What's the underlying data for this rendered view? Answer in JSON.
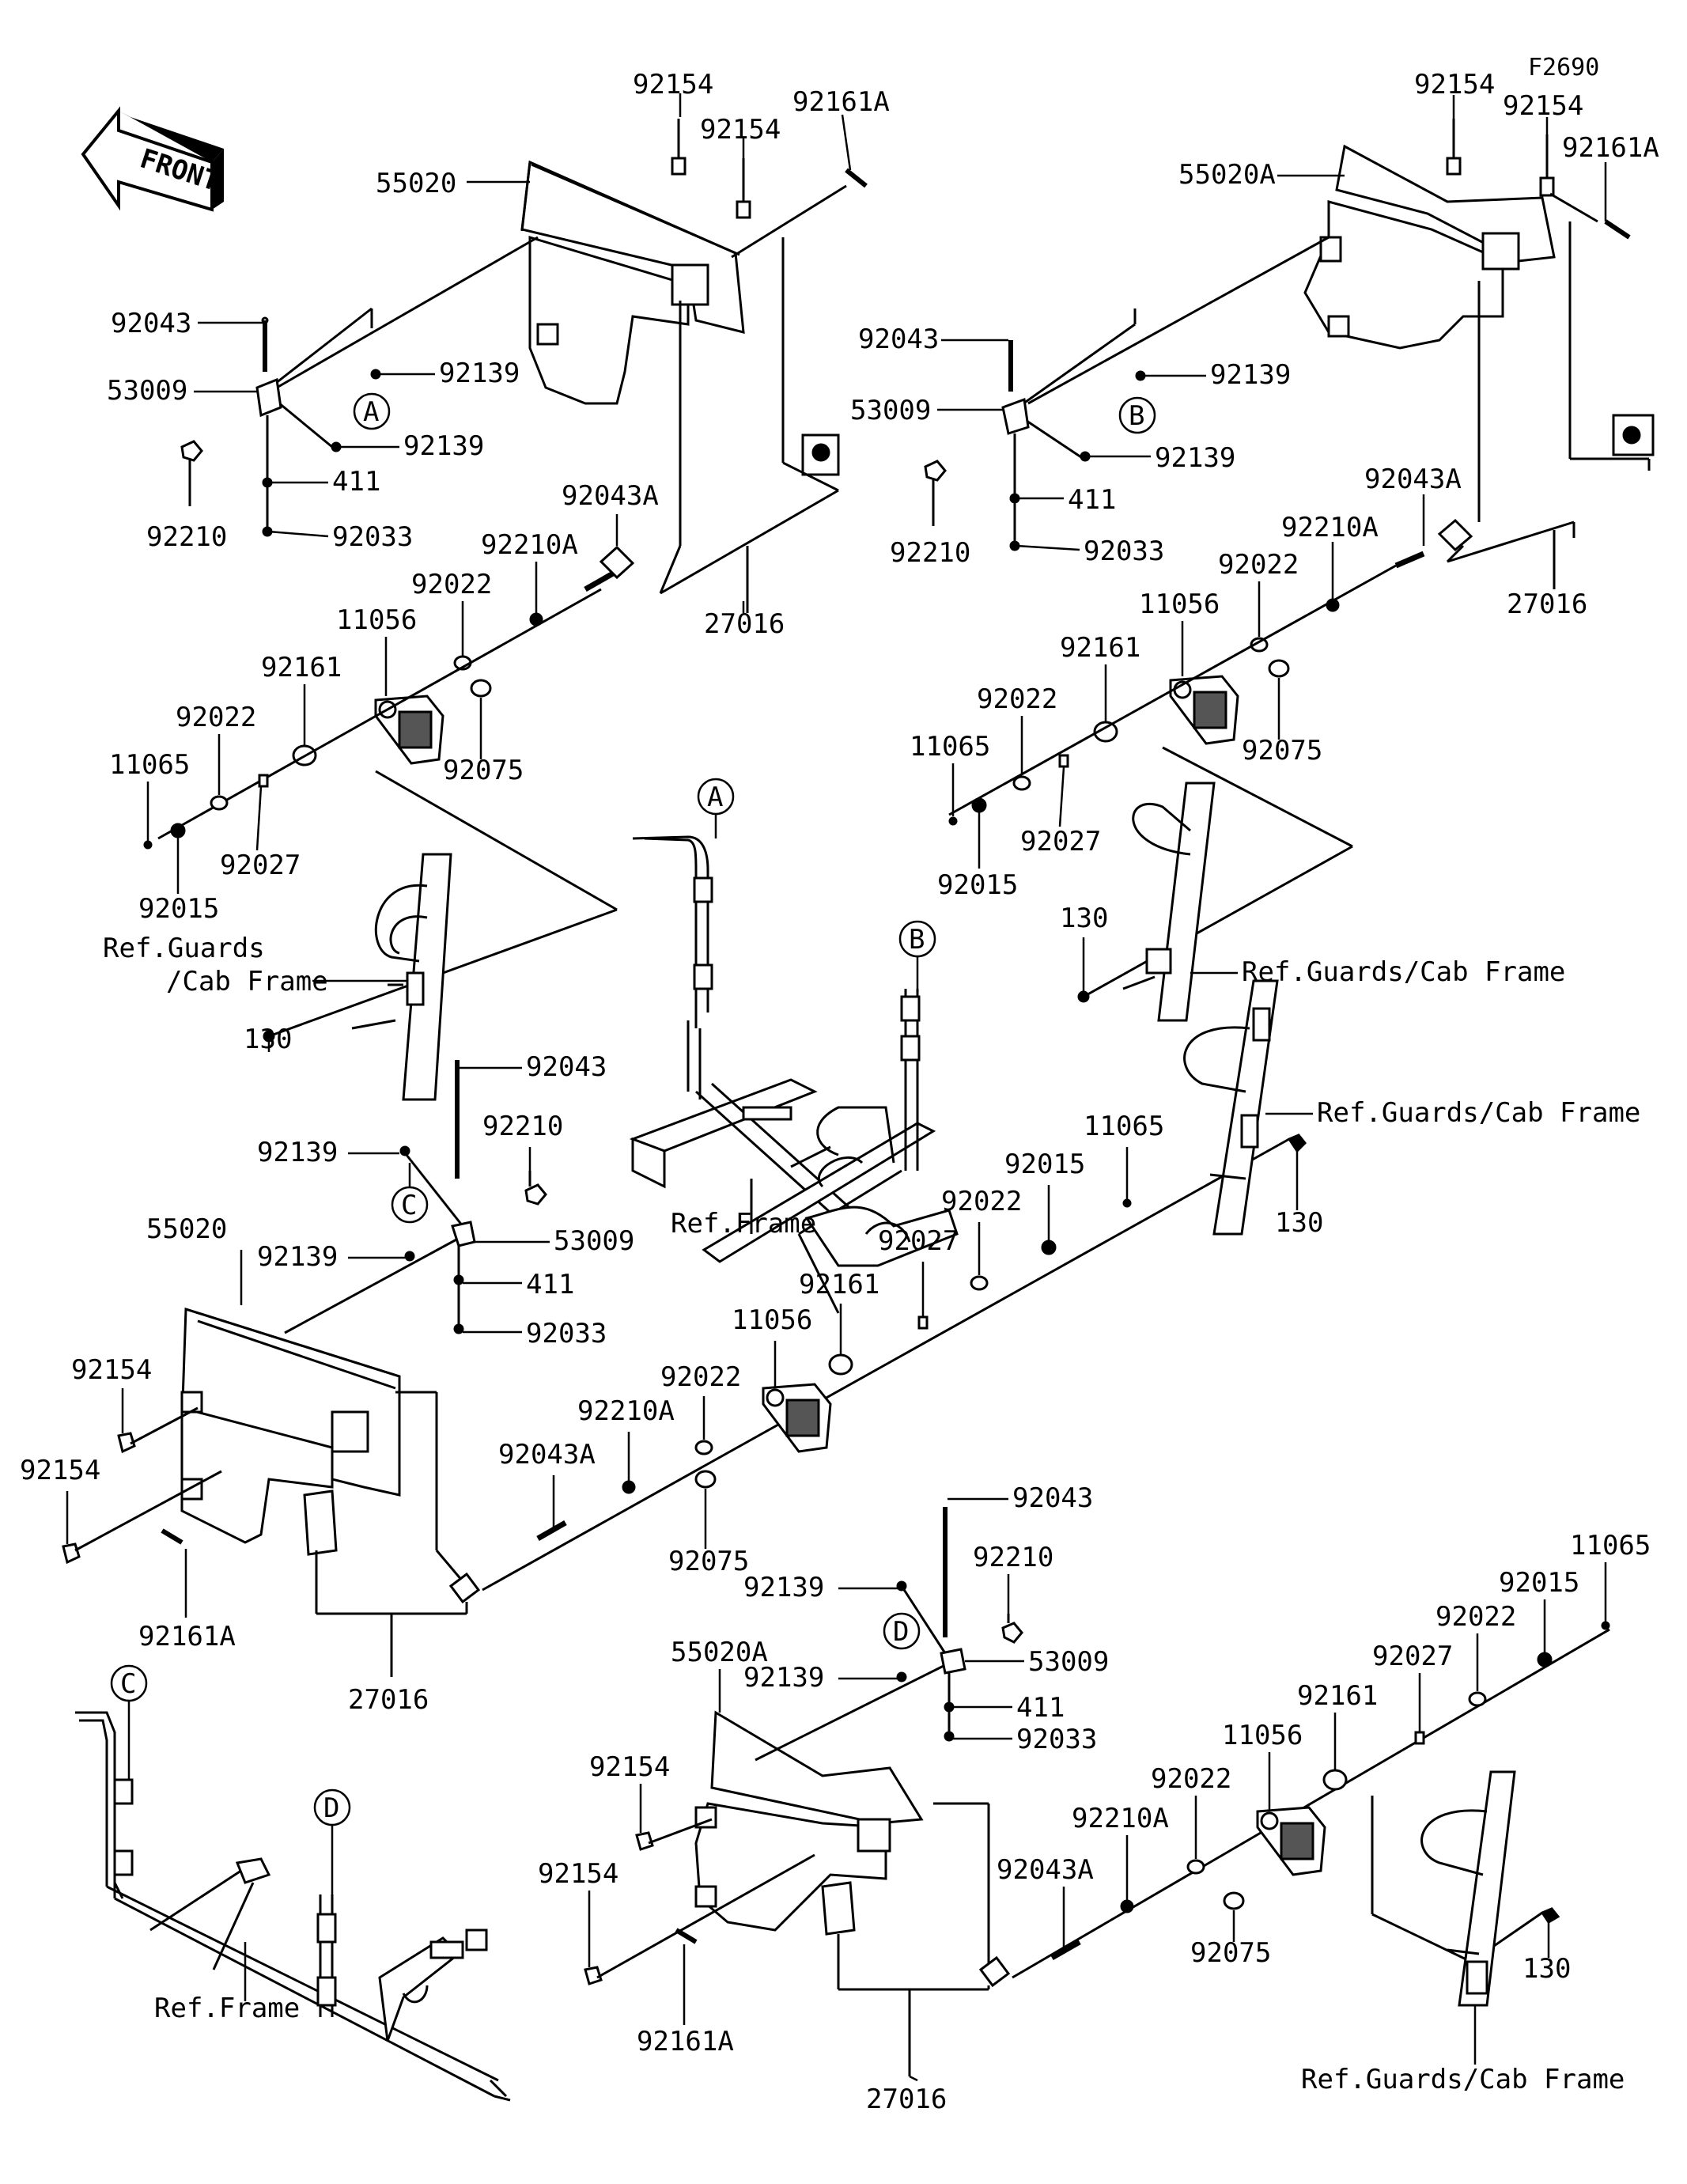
{
  "figure_code": "F2690",
  "front_label": "FRONT",
  "circle_refs": {
    "A": "A",
    "B": "B",
    "C": "C",
    "D": "D"
  },
  "labels": {
    "q1": {
      "92154_a": "92154",
      "92154_b": "92154",
      "92161A": "92161A",
      "55020": "55020",
      "92043": "92043",
      "53009": "53009",
      "92139_a": "92139",
      "92139_b": "92139",
      "92210": "92210",
      "411": "411",
      "92033": "92033",
      "92043A": "92043A",
      "92210A": "92210A",
      "92022_a": "92022",
      "11056": "11056",
      "92161": "92161",
      "92022_b": "92022",
      "11065": "11065",
      "92027": "92027",
      "92015": "92015",
      "92075": "92075",
      "27016": "27016",
      "ref_guards": "Ref.Guards",
      "ref_cab": "/Cab Frame",
      "130": "130"
    },
    "q2": {
      "92154_a": "92154",
      "92154_b": "92154",
      "92161A": "92161A",
      "55020A": "55020A",
      "92043": "92043",
      "53009": "53009",
      "92139_a": "92139",
      "92139_b": "92139",
      "92210": "92210",
      "411": "411",
      "92033": "92033",
      "92043A": "92043A",
      "92210A": "92210A",
      "92022_a": "92022",
      "11056": "11056",
      "92161": "92161",
      "92022_b": "92022",
      "11065": "11065",
      "92027": "92027",
      "92015": "92015",
      "92075": "92075",
      "27016": "27016",
      "ref_guards": "Ref.Guards/Cab Frame",
      "130": "130"
    },
    "center": {
      "ref_frame": "Ref.Frame"
    },
    "q3": {
      "92043": "92043",
      "92210": "92210",
      "92139_a": "92139",
      "92139_b": "92139",
      "53009": "53009",
      "411": "411",
      "92033": "92033",
      "55020": "55020",
      "92154_a": "92154",
      "92154_b": "92154",
      "92161A": "92161A",
      "27016": "27016",
      "92043A": "92043A",
      "92210A": "92210A",
      "92022_a": "92022",
      "92075": "92075",
      "11056": "11056",
      "92161": "92161",
      "92027": "92027",
      "92022_b": "92022",
      "92015": "92015",
      "11065": "11065",
      "130": "130",
      "ref_guards": "Ref.Guards/Cab Frame"
    },
    "q4": {
      "92043": "92043",
      "92210": "92210",
      "92139_a": "92139",
      "92139_b": "92139",
      "53009": "53009",
      "411": "411",
      "92033": "92033",
      "55020A": "55020A",
      "92154_a": "92154",
      "92154_b": "92154",
      "92161A": "92161A",
      "27016": "27016",
      "92043A": "92043A",
      "92210A": "92210A",
      "92022_a": "92022",
      "92075": "92075",
      "11056": "11056",
      "92161": "92161",
      "92027": "92027",
      "92022_b": "92022",
      "92015": "92015",
      "11065": "11065",
      "130": "130",
      "ref_guards": "Ref.Guards/Cab Frame",
      "ref_frame": "Ref.Frame"
    }
  }
}
